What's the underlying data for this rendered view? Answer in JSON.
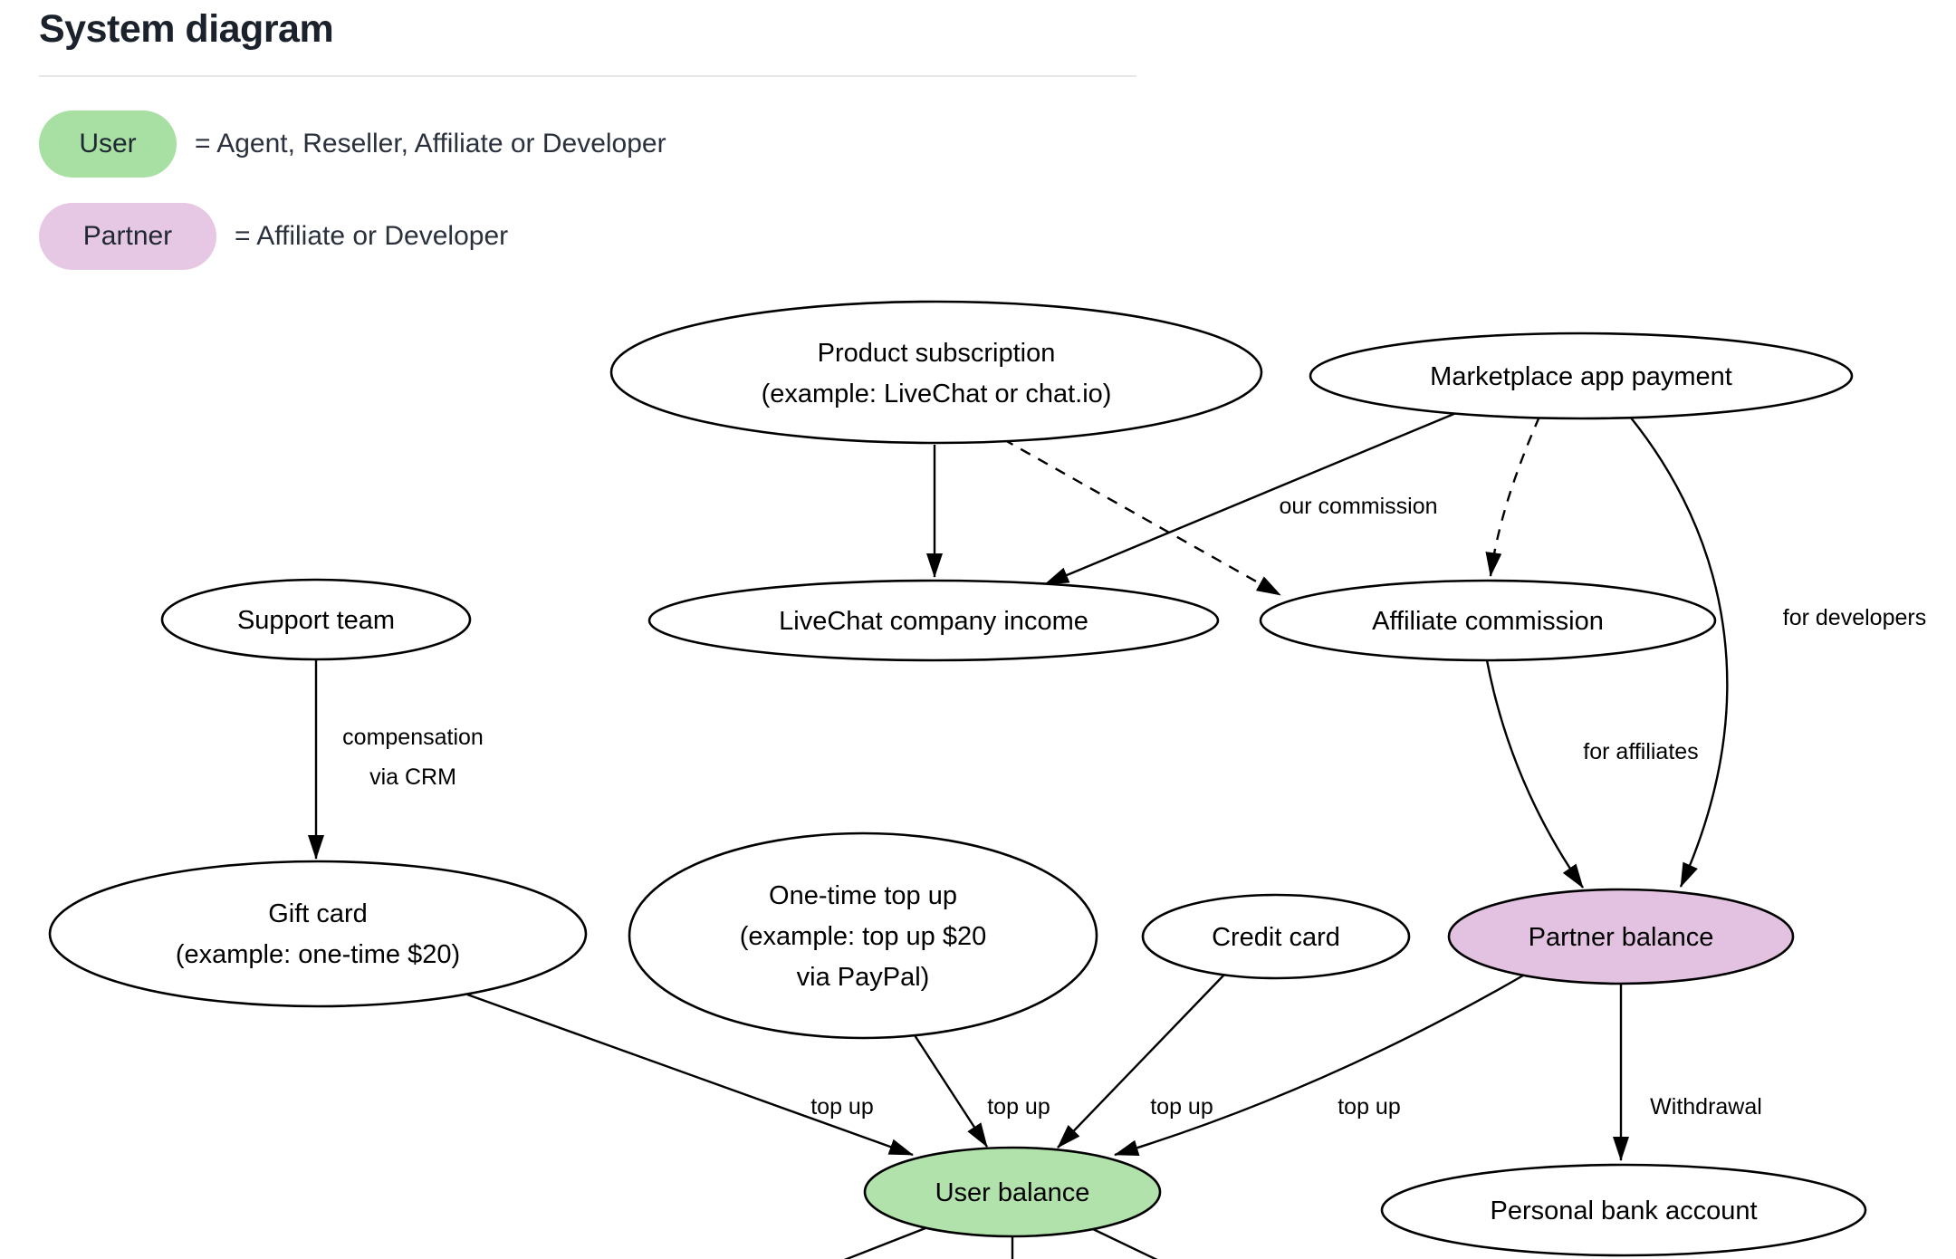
{
  "page": {
    "title": "System diagram"
  },
  "legend": {
    "user": {
      "badge": "User",
      "description": "= Agent, Reseller, Affiliate or Developer"
    },
    "partner": {
      "badge": "Partner",
      "description": "= Affiliate or Developer"
    }
  },
  "diagram": {
    "nodes": {
      "product_subscription": {
        "line1": "Product subscription",
        "line2": "(example: LiveChat or chat.io)"
      },
      "marketplace_app_payment": {
        "label": "Marketplace app payment"
      },
      "support_team": {
        "label": "Support team"
      },
      "livechat_company_income": {
        "label": "LiveChat company income"
      },
      "affiliate_commission": {
        "label": "Affiliate commission"
      },
      "gift_card": {
        "line1": "Gift card",
        "line2": "(example: one-time $20)"
      },
      "one_time_top_up": {
        "line1": "One-time top up",
        "line2": "(example: top up $20",
        "line3": "via PayPal)"
      },
      "credit_card": {
        "label": "Credit card"
      },
      "partner_balance": {
        "label": "Partner balance"
      },
      "user_balance": {
        "label": "User balance"
      },
      "personal_bank_account": {
        "label": "Personal bank account"
      }
    },
    "edge_labels": {
      "our_commission": "our commission",
      "for_developers": "for developers",
      "for_affiliates": "for affiliates",
      "compensation_line1": "compensation",
      "compensation_line2": "via CRM",
      "top_up_gift_card": "top up",
      "top_up_one_time": "top up",
      "top_up_credit_card": "top up",
      "top_up_partner_balance": "top up",
      "withdrawal": "Withdrawal"
    },
    "colors": {
      "user_green": "#b2e2ab",
      "partner_pink": "#e2c2e0",
      "legend_green": "#a8dfa2",
      "legend_pink": "#e6c8e4"
    }
  }
}
